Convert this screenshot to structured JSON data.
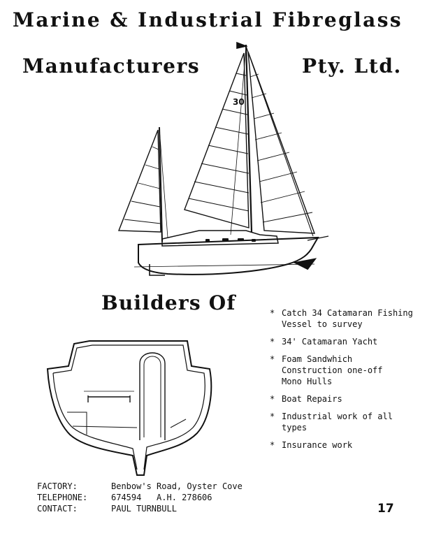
{
  "header": {
    "line1": "Marine & Industrial Fibreglass",
    "line2_left": "Manufacturers",
    "line2_right": "Pty. Ltd."
  },
  "illustrations": {
    "sail_number": "30"
  },
  "builders_heading": "Builders Of",
  "services": [
    {
      "star": "*",
      "text": "Catch 34 Catamaran Fishing\nVessel to survey"
    },
    {
      "star": "*",
      "text": "34' Catamaran Yacht"
    },
    {
      "star": "*",
      "text": "Foam Sandwhich\nConstruction one-off\nMono Hulls"
    },
    {
      "star": "*",
      "text": "Boat Repairs"
    },
    {
      "star": "*",
      "text": "Industrial work of all\ntypes"
    },
    {
      "star": "*",
      "text": "Insurance work"
    }
  ],
  "contact": {
    "factory_label": "FACTORY:",
    "factory_value": "Benbow's Road, Oyster Cove",
    "telephone_label": "TELEPHONE:",
    "telephone_value": "674594   A.H. 278606",
    "contact_label": "CONTACT:",
    "contact_value": "PAUL TURNBULL"
  },
  "page_number": "17"
}
